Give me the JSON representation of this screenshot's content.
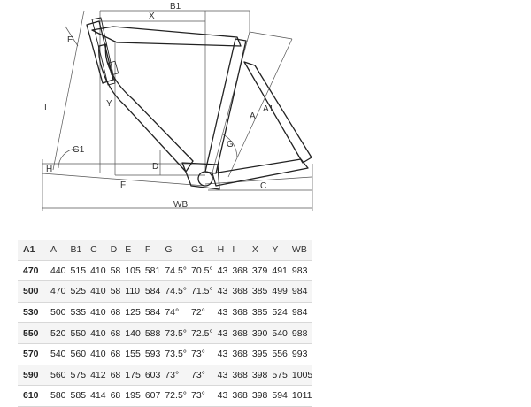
{
  "diagram": {
    "labels": {
      "B1": "B1",
      "X": "X",
      "E": "E",
      "I": "I",
      "Y": "Y",
      "A": "A",
      "A1": "A1",
      "G": "G",
      "G1": "G1",
      "H": "H",
      "D": "D",
      "F": "F",
      "C": "C",
      "WB": "WB"
    }
  },
  "table": {
    "headers": [
      "A1",
      "A",
      "B1",
      "C",
      "D",
      "E",
      "F",
      "G",
      "G1",
      "H",
      "I",
      "X",
      "Y",
      "WB"
    ],
    "rows": [
      [
        "470",
        "440",
        "515",
        "410",
        "58",
        "105",
        "581",
        "74.5°",
        "70.5°",
        "43",
        "368",
        "379",
        "491",
        "983"
      ],
      [
        "500",
        "470",
        "525",
        "410",
        "58",
        "110",
        "584",
        "74.5°",
        "71.5°",
        "43",
        "368",
        "385",
        "499",
        "984"
      ],
      [
        "530",
        "500",
        "535",
        "410",
        "68",
        "125",
        "584",
        "74°",
        "72°",
        "43",
        "368",
        "385",
        "524",
        "984"
      ],
      [
        "550",
        "520",
        "550",
        "410",
        "68",
        "140",
        "588",
        "73.5°",
        "72.5°",
        "43",
        "368",
        "390",
        "540",
        "988"
      ],
      [
        "570",
        "540",
        "560",
        "410",
        "68",
        "155",
        "593",
        "73.5°",
        "73°",
        "43",
        "368",
        "395",
        "556",
        "993"
      ],
      [
        "590",
        "560",
        "575",
        "412",
        "68",
        "175",
        "603",
        "73°",
        "73°",
        "43",
        "368",
        "398",
        "575",
        "1005"
      ],
      [
        "610",
        "580",
        "585",
        "414",
        "68",
        "195",
        "607",
        "72.5°",
        "73°",
        "43",
        "368",
        "398",
        "594",
        "1011"
      ]
    ]
  }
}
